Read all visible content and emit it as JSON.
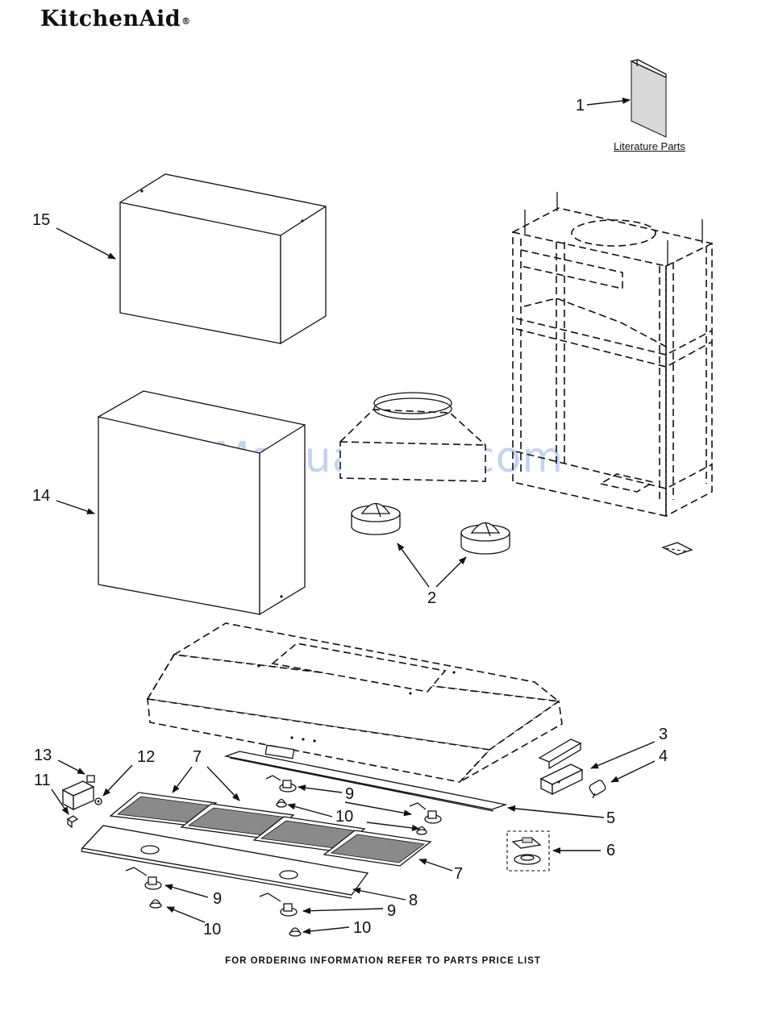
{
  "header": {
    "brand": "KitchenAid",
    "brand_mark": "®"
  },
  "watermark": "ManualsLib.com",
  "literature_caption": "Literature Parts",
  "footer_text": "FOR ORDERING INFORMATION REFER TO PARTS PRICE LIST",
  "callouts": [
    "1",
    "15",
    "14",
    "2",
    "3",
    "4",
    "5",
    "6",
    "7",
    "7",
    "8",
    "9",
    "9",
    "9",
    "10",
    "10",
    "10",
    "11",
    "12",
    "13"
  ]
}
